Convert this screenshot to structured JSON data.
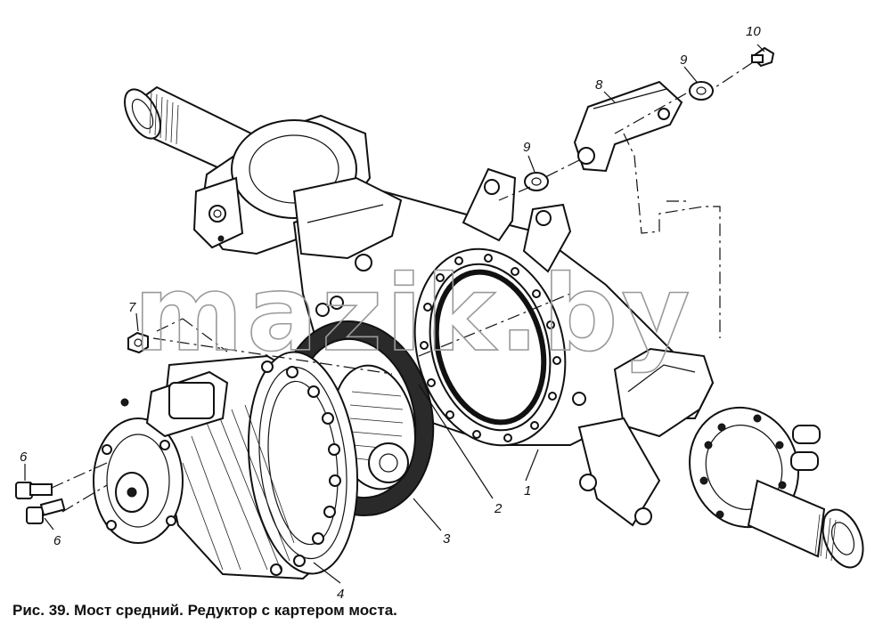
{
  "caption": "Рис. 39. Мост средний. Редуктор с картером моста.",
  "watermark": "mazik.by",
  "callouts": {
    "c1": "1",
    "c2": "2",
    "c3": "3",
    "c4": "4",
    "c6a": "6",
    "c6b": "6",
    "c7": "7",
    "c8": "8",
    "c9a": "9",
    "c9b": "9",
    "c10": "10"
  }
}
